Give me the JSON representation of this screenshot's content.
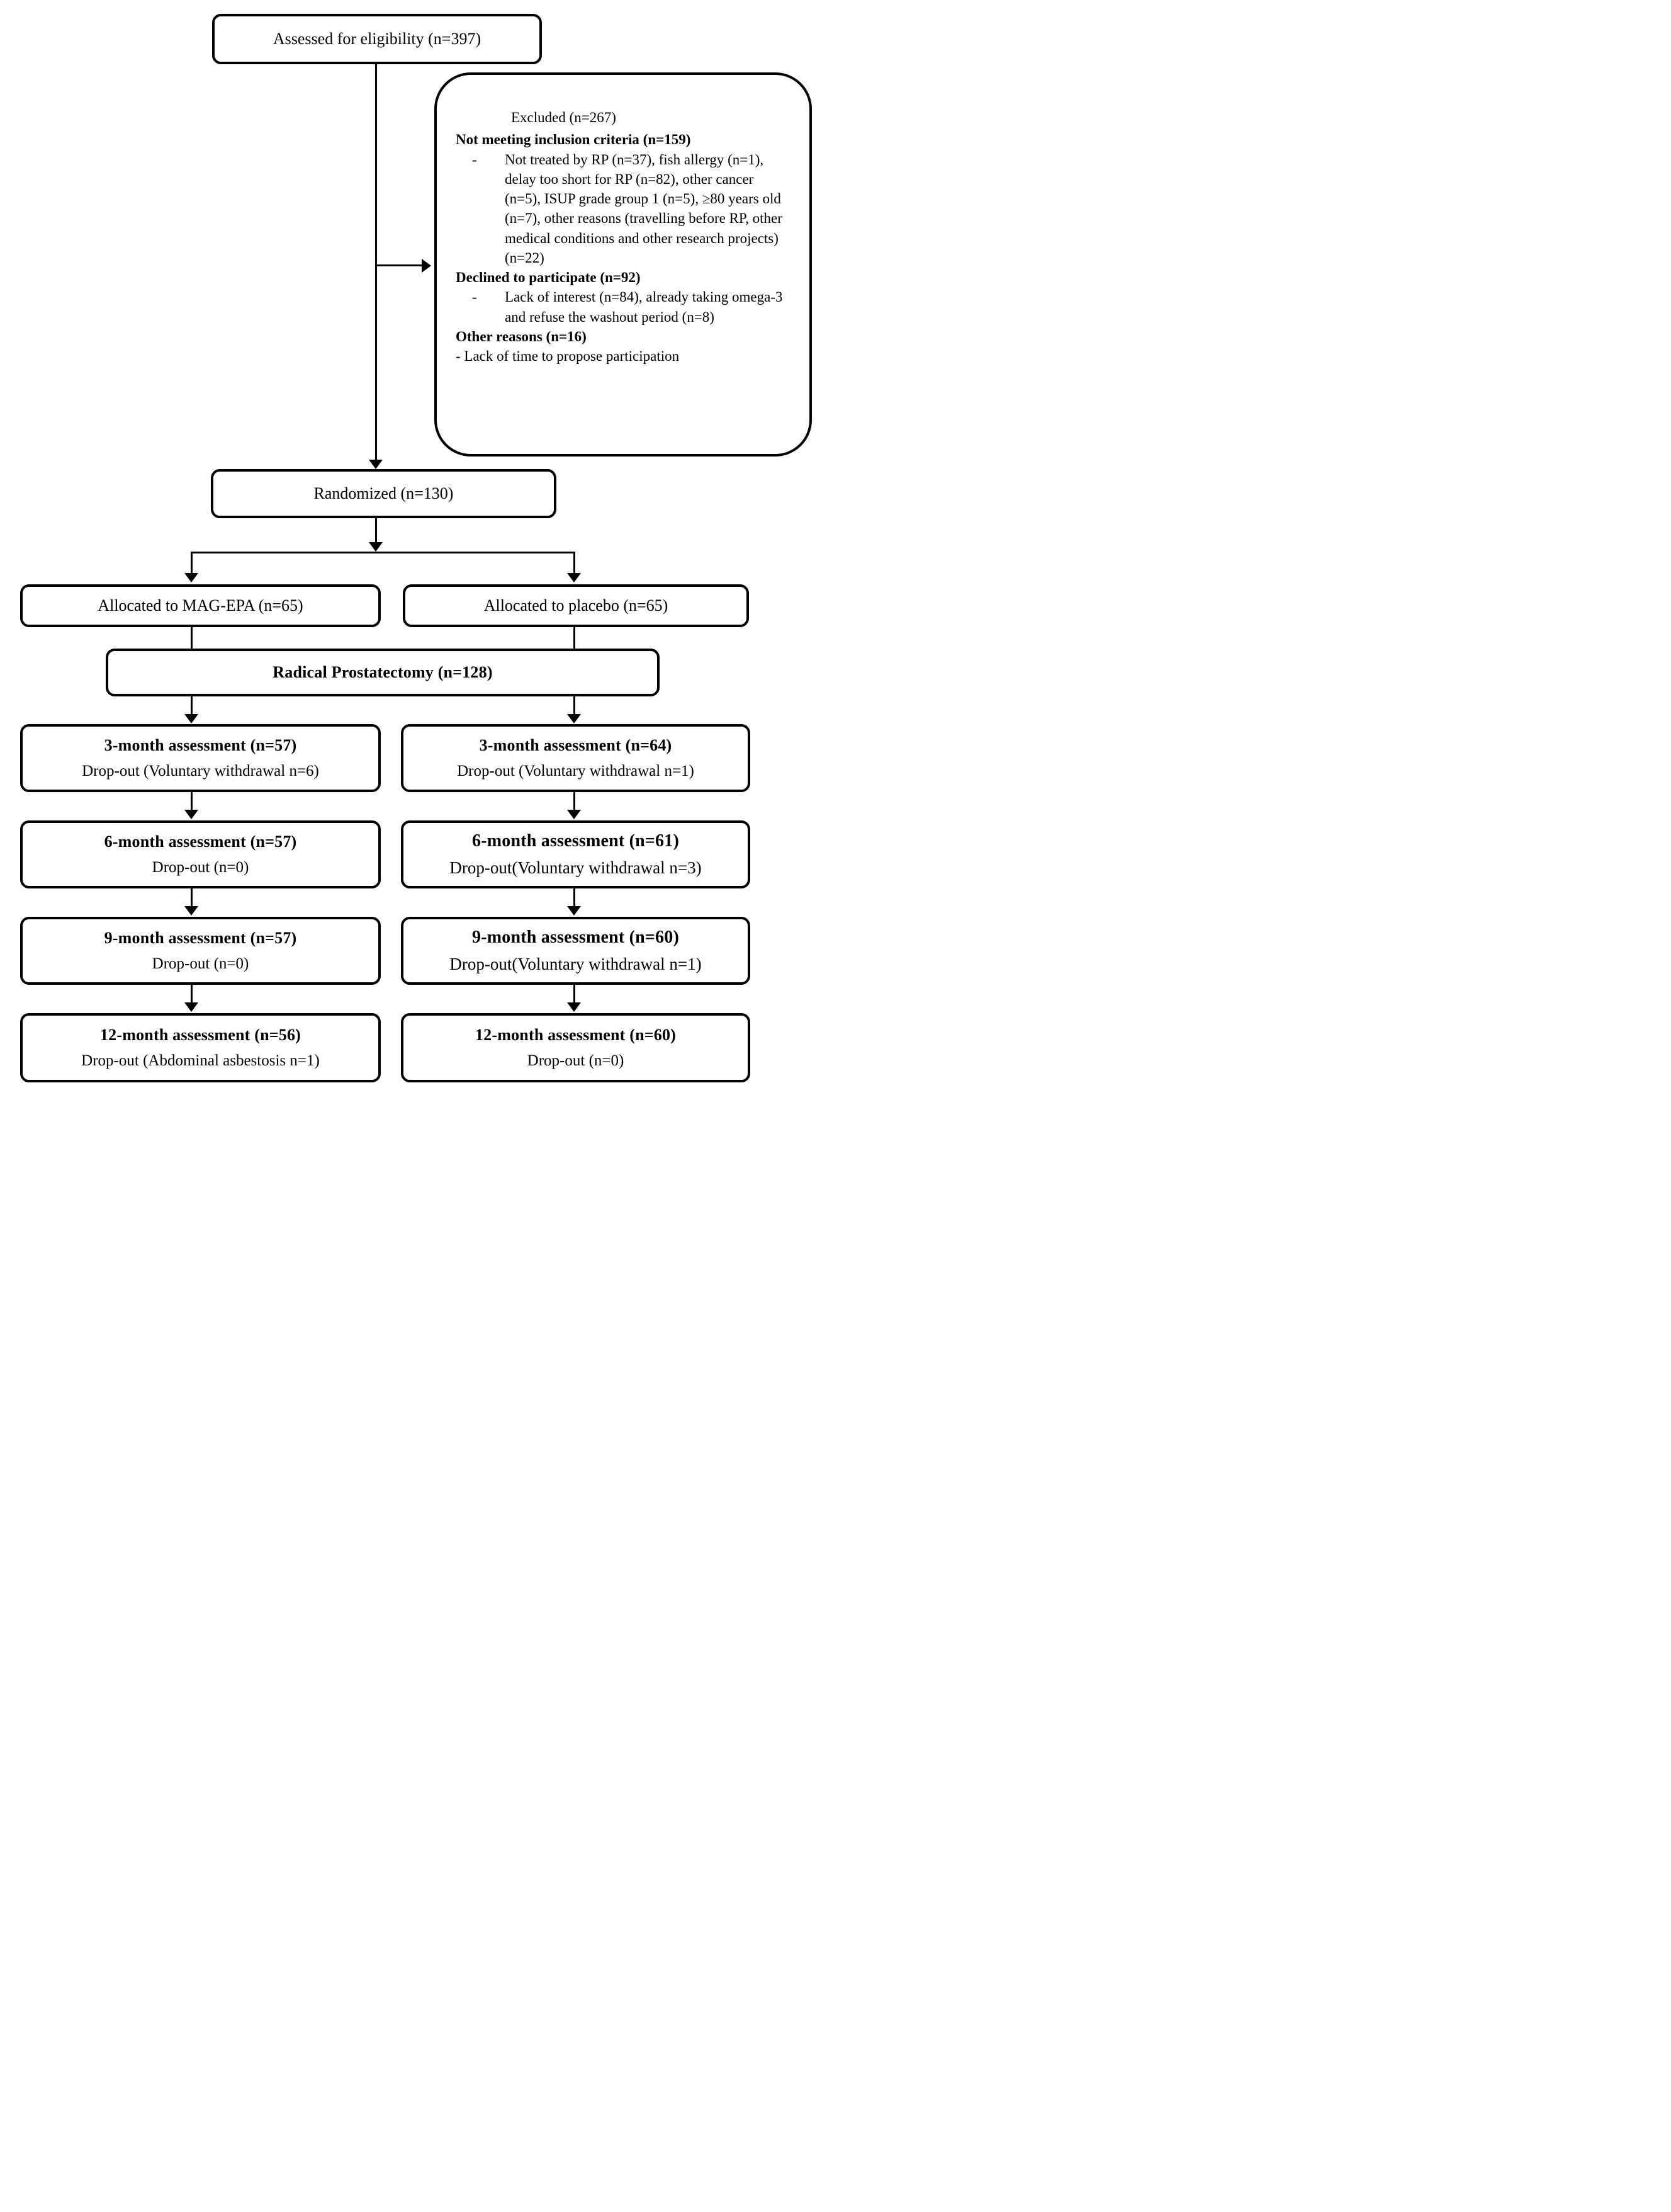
{
  "diagram": {
    "type": "CONSORT participant flow diagram",
    "colors": {
      "line": "#000000",
      "background": "#ffffff"
    },
    "assessed": {
      "label": "Assessed for eligibility (n=397)"
    },
    "excluded": {
      "title": "Excluded (n=267)",
      "bullet_marker": "-",
      "section1_heading": "Not meeting inclusion criteria (n=159)",
      "section1_bullet": "Not treated by RP (n=37), fish allergy (n=1), delay too short for RP (n=82), other cancer (n=5), ISUP grade group 1 (n=5), ≥80 years old (n=7), other reasons (travelling before RP, other medical conditions and other research projects) (n=22)",
      "section2_heading": "Declined to participate (n=92)",
      "section2_bullet": "Lack of interest (n=84), already taking omega-3 and refuse the washout period (n=8)",
      "section3_heading": "Other reasons (n=16)",
      "section3_line": "- Lack of time to propose participation"
    },
    "randomized": {
      "label": "Randomized (n=130)"
    },
    "allocation": {
      "left": {
        "label": "Allocated to MAG-EPA (n=65)"
      },
      "right": {
        "label": "Allocated to placebo (n=65)"
      }
    },
    "surgery": {
      "label": "Radical Prostatectomy (n=128)"
    },
    "assessments": [
      {
        "left_title": "3-month assessment (n=57)",
        "left_sub": "Drop-out (Voluntary withdrawal n=6)",
        "right_title": "3-month assessment (n=64)",
        "right_sub": "Drop-out (Voluntary withdrawal n=1)"
      },
      {
        "left_title": "6-month assessment (n=57)",
        "left_sub": "Drop-out (n=0)",
        "right_title": "6-month assessment (n=61)",
        "right_sub": "Drop-out(Voluntary withdrawal n=3)"
      },
      {
        "left_title": "9-month assessment (n=57)",
        "left_sub": "Drop-out (n=0)",
        "right_title": "9-month assessment (n=60)",
        "right_sub": "Drop-out(Voluntary withdrawal n=1)"
      },
      {
        "left_title": "12-month assessment (n=56)",
        "left_sub": "Drop-out (Abdominal asbestosis n=1)",
        "right_title": "12-month assessment (n=60)",
        "right_sub": "Drop-out (n=0)"
      }
    ]
  }
}
